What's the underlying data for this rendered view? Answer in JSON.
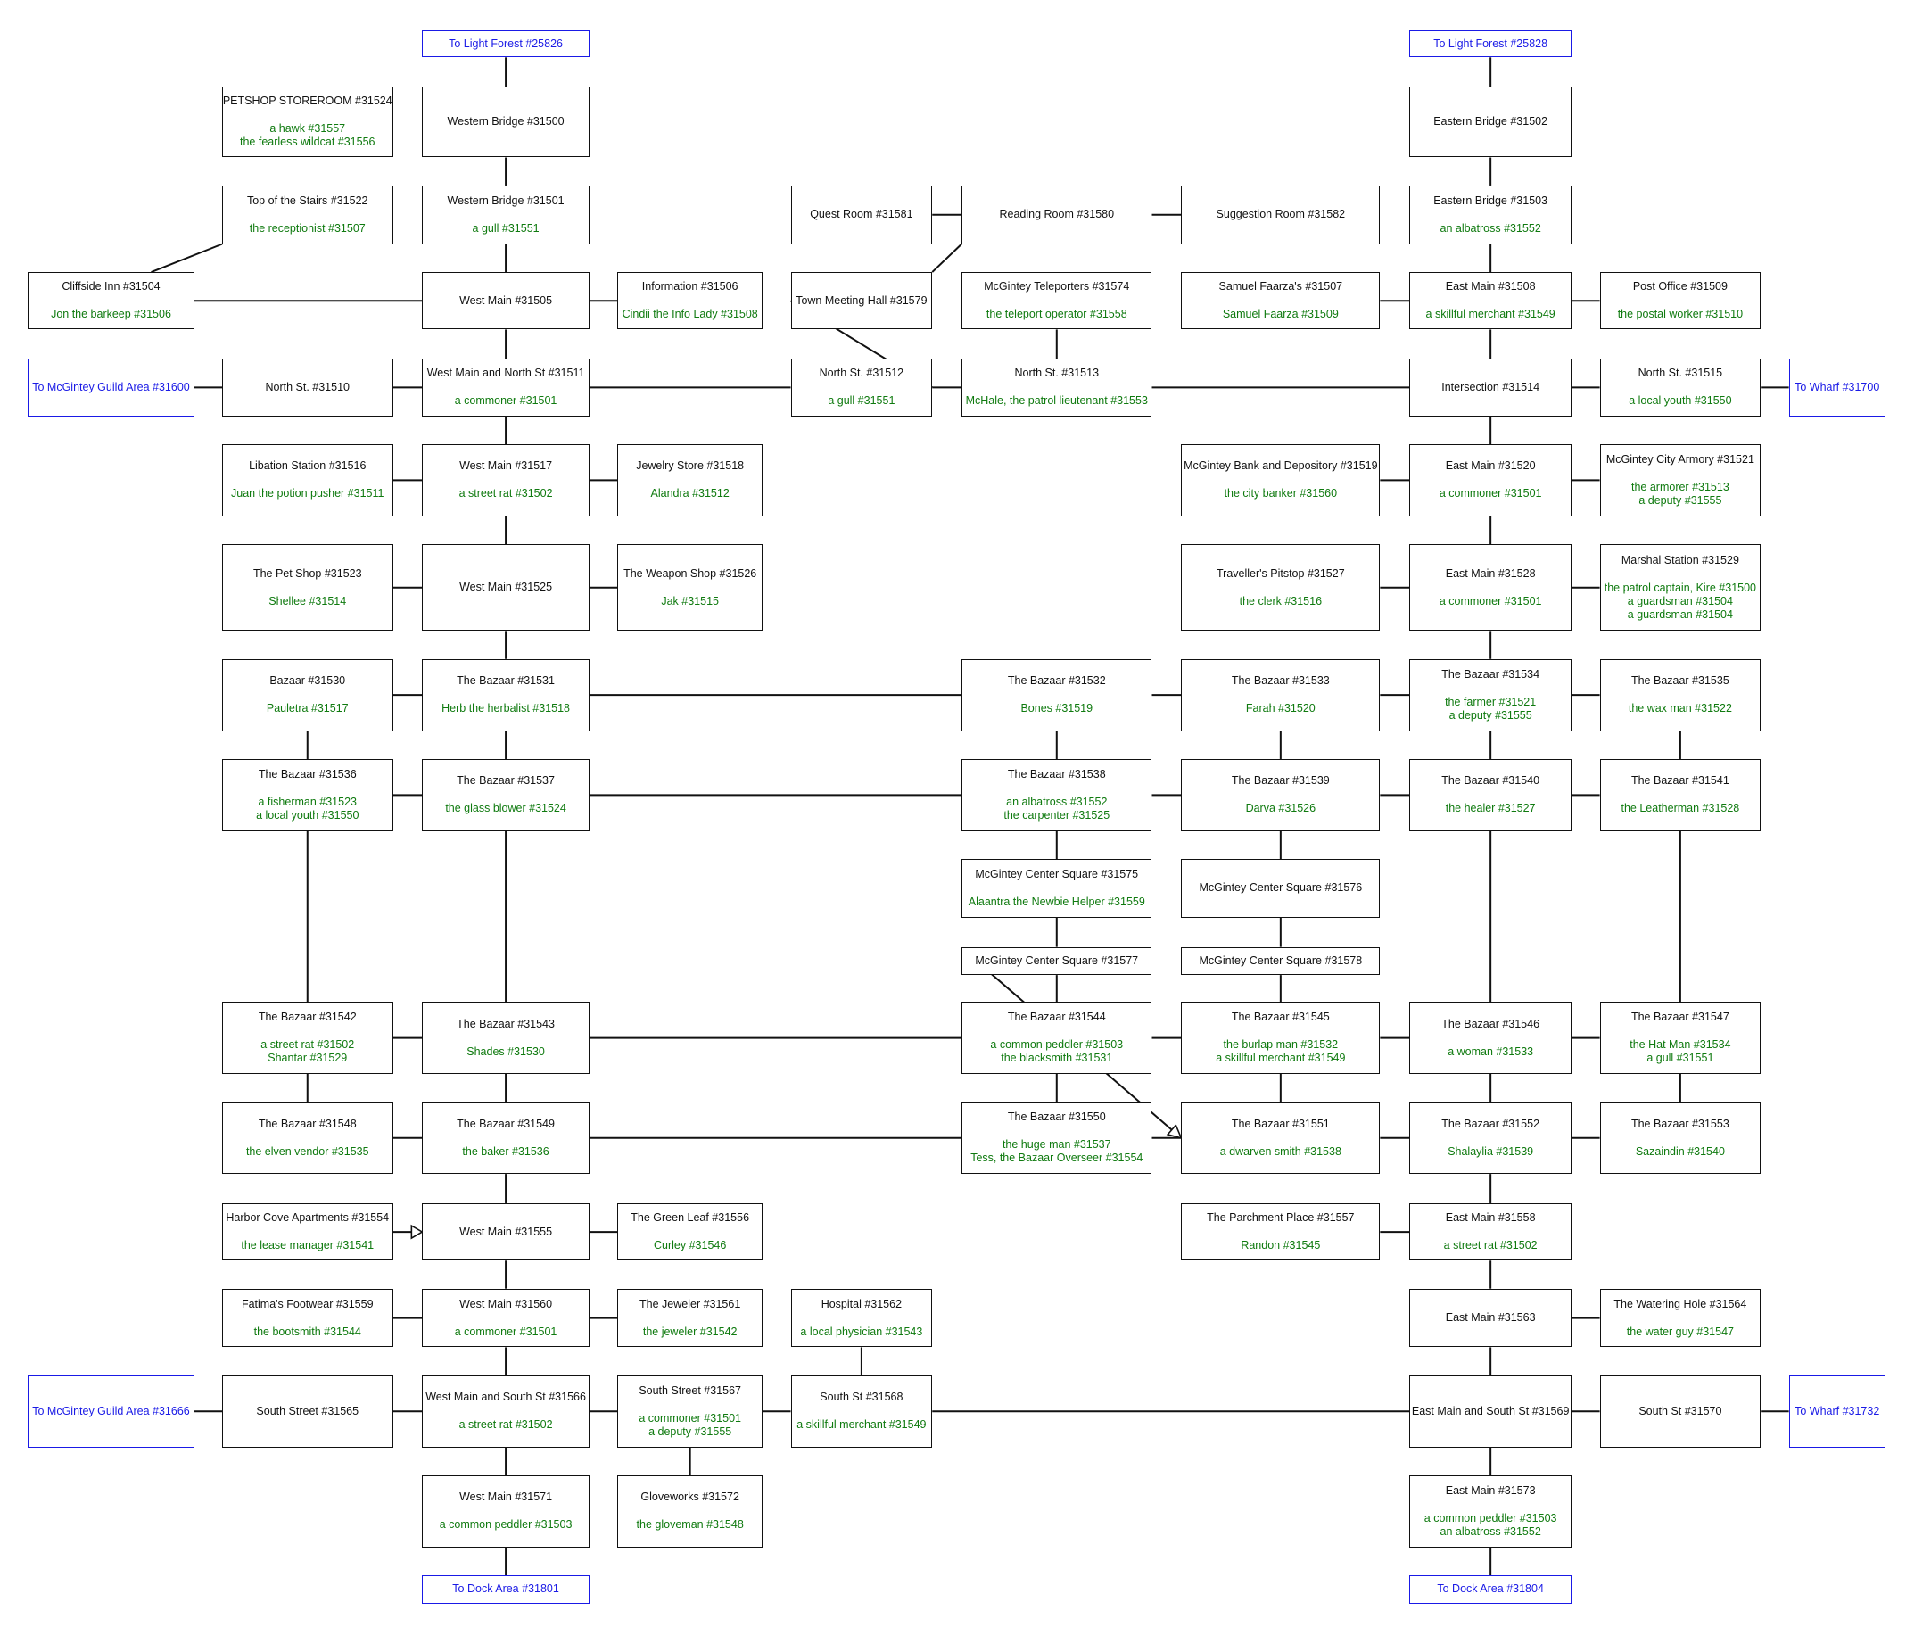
{
  "rooms": [
    {
      "title": "To Light Forest #25826",
      "mobs": [],
      "exit": true
    },
    {
      "title": "To Light Forest #25828",
      "mobs": [],
      "exit": true
    },
    {
      "title": "PETSHOP STOREROOM #31524",
      "mobs": [
        "a hawk #31557",
        "the fearless wildcat #31556"
      ]
    },
    {
      "title": "Western Bridge #31500",
      "mobs": []
    },
    {
      "title": "Eastern Bridge #31502",
      "mobs": []
    },
    {
      "title": "Top of the Stairs #31522",
      "mobs": [
        "the receptionist #31507"
      ]
    },
    {
      "title": "Western Bridge #31501",
      "mobs": [
        "a gull #31551"
      ]
    },
    {
      "title": "Quest Room #31581",
      "mobs": []
    },
    {
      "title": "Reading Room #31580",
      "mobs": []
    },
    {
      "title": "Suggestion Room #31582",
      "mobs": []
    },
    {
      "title": "Eastern Bridge #31503",
      "mobs": [
        "an albatross #31552"
      ]
    },
    {
      "title": "Cliffside Inn #31504",
      "mobs": [
        "Jon the barkeep #31506"
      ]
    },
    {
      "title": "West Main #31505",
      "mobs": []
    },
    {
      "title": "Information #31506",
      "mobs": [
        "Cindii the Info Lady #31508"
      ]
    },
    {
      "title": "Town Meeting Hall #31579",
      "mobs": []
    },
    {
      "title": "McGintey Teleporters #31574",
      "mobs": [
        "the teleport operator #31558"
      ]
    },
    {
      "title": "Samuel Faarza's #31507",
      "mobs": [
        "Samuel Faarza #31509"
      ]
    },
    {
      "title": "East Main #31508",
      "mobs": [
        "a skillful merchant #31549"
      ]
    },
    {
      "title": "Post Office #31509",
      "mobs": [
        "the postal worker #31510"
      ]
    },
    {
      "title": "To McGintey Guild Area #31600",
      "mobs": [],
      "exit": true
    },
    {
      "title": "North St. #31510",
      "mobs": []
    },
    {
      "title": "West Main and North St #31511",
      "mobs": [
        "a commoner #31501"
      ]
    },
    {
      "title": "North St. #31512",
      "mobs": [
        "a gull #31551"
      ]
    },
    {
      "title": "North St. #31513",
      "mobs": [
        "McHale, the patrol lieutenant #31553"
      ]
    },
    {
      "title": "Intersection #31514",
      "mobs": []
    },
    {
      "title": "North St. #31515",
      "mobs": [
        "a local youth #31550"
      ]
    },
    {
      "title": "To Wharf #31700",
      "mobs": [],
      "exit": true
    },
    {
      "title": "Libation Station #31516",
      "mobs": [
        "Juan the potion pusher #31511"
      ]
    },
    {
      "title": "West Main #31517",
      "mobs": [
        "a street rat #31502"
      ]
    },
    {
      "title": "Jewelry Store #31518",
      "mobs": [
        "Alandra #31512"
      ]
    },
    {
      "title": "McGintey Bank and Depository #31519",
      "mobs": [
        "the city banker #31560"
      ]
    },
    {
      "title": "East Main #31520",
      "mobs": [
        "a commoner #31501"
      ]
    },
    {
      "title": "McGintey City Armory #31521",
      "mobs": [
        "the armorer #31513",
        "a deputy #31555"
      ]
    },
    {
      "title": "The Pet Shop #31523",
      "mobs": [
        "Shellee #31514"
      ]
    },
    {
      "title": "West Main #31525",
      "mobs": []
    },
    {
      "title": "The Weapon Shop #31526",
      "mobs": [
        "Jak #31515"
      ]
    },
    {
      "title": "Traveller's Pitstop #31527",
      "mobs": [
        "the clerk #31516"
      ]
    },
    {
      "title": "East Main #31528",
      "mobs": [
        "a commoner #31501"
      ]
    },
    {
      "title": "Marshal Station #31529",
      "mobs": [
        "the patrol captain, Kire #31500",
        "a guardsman #31504",
        "a guardsman #31504"
      ]
    },
    {
      "title": "Bazaar #31530",
      "mobs": [
        "Pauletra #31517"
      ]
    },
    {
      "title": "The Bazaar #31531",
      "mobs": [
        "Herb the herbalist #31518"
      ]
    },
    {
      "title": "The Bazaar #31532",
      "mobs": [
        "Bones #31519"
      ]
    },
    {
      "title": "The Bazaar #31533",
      "mobs": [
        "Farah #31520"
      ]
    },
    {
      "title": "The Bazaar #31534",
      "mobs": [
        "the farmer #31521",
        "a deputy #31555"
      ]
    },
    {
      "title": "The Bazaar #31535",
      "mobs": [
        "the wax man #31522"
      ]
    },
    {
      "title": "The Bazaar #31536",
      "mobs": [
        "a fisherman #31523",
        "a local youth #31550"
      ]
    },
    {
      "title": "The Bazaar #31537",
      "mobs": [
        "the glass blower #31524"
      ]
    },
    {
      "title": "The Bazaar #31538",
      "mobs": [
        "an albatross #31552",
        "the carpenter #31525"
      ]
    },
    {
      "title": "The Bazaar #31539",
      "mobs": [
        "Darva #31526"
      ]
    },
    {
      "title": "The Bazaar #31540",
      "mobs": [
        "the healer #31527"
      ]
    },
    {
      "title": "The Bazaar #31541",
      "mobs": [
        "the Leatherman #31528"
      ]
    },
    {
      "title": "McGintey Center Square #31575",
      "mobs": [
        "Alaantra the Newbie Helper #31559"
      ]
    },
    {
      "title": "McGintey Center Square #31576",
      "mobs": []
    },
    {
      "title": "McGintey Center Square #31577",
      "mobs": []
    },
    {
      "title": "McGintey Center Square #31578",
      "mobs": []
    },
    {
      "title": "The Bazaar #31542",
      "mobs": [
        "a street rat #31502",
        "Shantar #31529"
      ]
    },
    {
      "title": "The Bazaar #31543",
      "mobs": [
        "Shades #31530"
      ]
    },
    {
      "title": "The Bazaar #31544",
      "mobs": [
        "a common peddler #31503",
        "the blacksmith #31531"
      ]
    },
    {
      "title": "The Bazaar #31545",
      "mobs": [
        "the burlap man #31532",
        "a skillful merchant #31549"
      ]
    },
    {
      "title": "The Bazaar #31546",
      "mobs": [
        "a woman #31533"
      ]
    },
    {
      "title": "The Bazaar #31547",
      "mobs": [
        "the Hat Man #31534",
        "a gull #31551"
      ]
    },
    {
      "title": "The Bazaar #31548",
      "mobs": [
        "the elven vendor #31535"
      ]
    },
    {
      "title": "The Bazaar #31549",
      "mobs": [
        "the baker #31536"
      ]
    },
    {
      "title": "The Bazaar #31550",
      "mobs": [
        "the huge man #31537",
        "Tess, the Bazaar Overseer #31554"
      ]
    },
    {
      "title": "The Bazaar #31551",
      "mobs": [
        "a dwarven smith #31538"
      ]
    },
    {
      "title": "The Bazaar #31552",
      "mobs": [
        "Shalaylia #31539"
      ]
    },
    {
      "title": "The Bazaar #31553",
      "mobs": [
        "Sazaindin #31540"
      ]
    },
    {
      "title": "Harbor Cove Apartments #31554",
      "mobs": [
        "the lease manager #31541"
      ]
    },
    {
      "title": "West Main #31555",
      "mobs": []
    },
    {
      "title": "The Green Leaf #31556",
      "mobs": [
        "Curley #31546"
      ]
    },
    {
      "title": "The Parchment Place #31557",
      "mobs": [
        "Randon #31545"
      ]
    },
    {
      "title": "East Main #31558",
      "mobs": [
        "a street rat #31502"
      ]
    },
    {
      "title": "Fatima's Footwear #31559",
      "mobs": [
        "the bootsmith #31544"
      ]
    },
    {
      "title": "West Main #31560",
      "mobs": [
        "a commoner #31501"
      ]
    },
    {
      "title": "The Jeweler #31561",
      "mobs": [
        "the jeweler #31542"
      ]
    },
    {
      "title": "Hospital #31562",
      "mobs": [
        "a local physician #31543"
      ]
    },
    {
      "title": "East Main #31563",
      "mobs": []
    },
    {
      "title": "The Watering Hole #31564",
      "mobs": [
        "the water guy #31547"
      ]
    },
    {
      "title": "To McGintey Guild Area #31666",
      "mobs": [],
      "exit": true
    },
    {
      "title": "South Street #31565",
      "mobs": []
    },
    {
      "title": "West Main and South St #31566",
      "mobs": [
        "a street rat #31502"
      ]
    },
    {
      "title": "South Street #31567",
      "mobs": [
        "a commoner #31501",
        "a deputy #31555"
      ]
    },
    {
      "title": "South St #31568",
      "mobs": [
        "a skillful merchant #31549"
      ]
    },
    {
      "title": "East Main and South St #31569",
      "mobs": []
    },
    {
      "title": "South St #31570",
      "mobs": []
    },
    {
      "title": "To Wharf #31732",
      "mobs": [],
      "exit": true
    },
    {
      "title": "West Main #31571",
      "mobs": [
        "a common peddler #31503"
      ]
    },
    {
      "title": "Gloveworks #31572",
      "mobs": [
        "the gloveman #31548"
      ]
    },
    {
      "title": "East Main #31573",
      "mobs": [
        "a common peddler #31503",
        "an albatross #31552"
      ]
    },
    {
      "title": "To Dock Area #31801",
      "mobs": [],
      "exit": true
    },
    {
      "title": "To Dock Area #31804",
      "mobs": [],
      "exit": true
    }
  ],
  "colors": {
    "line": "#111111",
    "mob": "#0f7a0f",
    "exit": "#1a1ae6"
  }
}
